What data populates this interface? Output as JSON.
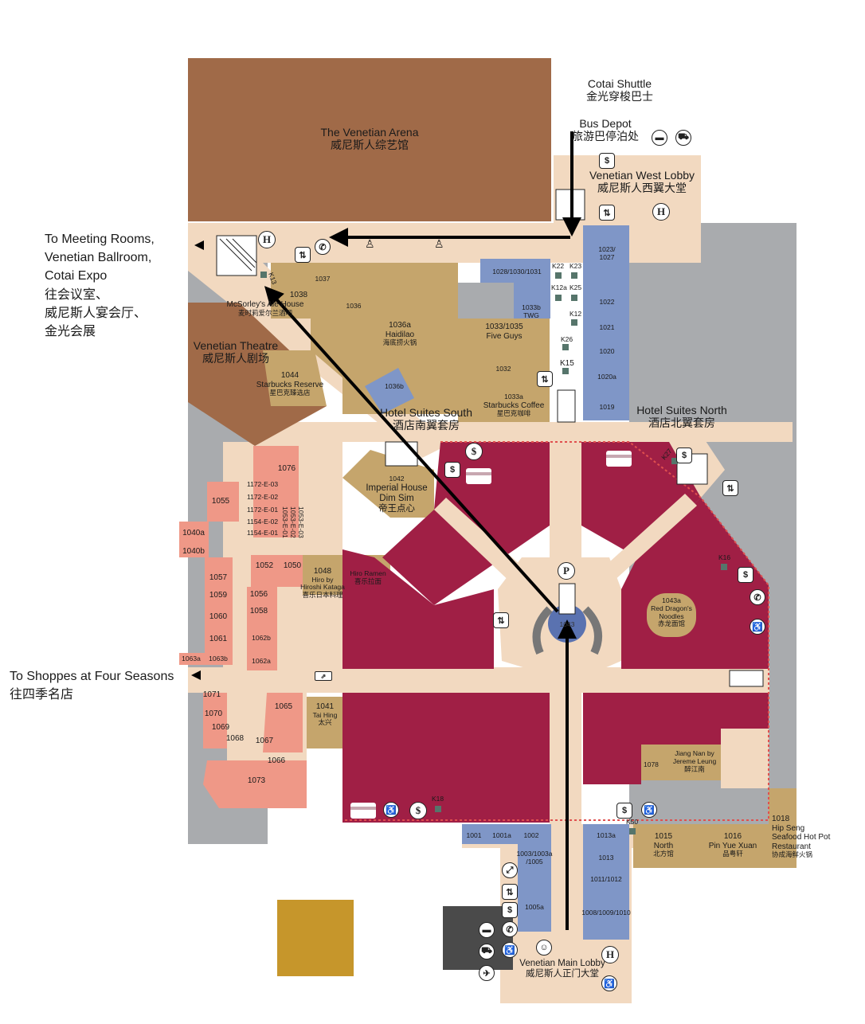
{
  "side_labels": {
    "meeting_en_1": "To Meeting Rooms,",
    "meeting_en_2": "Venetian Ballroom,",
    "meeting_en_3": "Cotai Expo",
    "meeting_zh_1": "往会议室、",
    "meeting_zh_2": "威尼斯人宴会厅、",
    "meeting_zh_3": "金光会展",
    "shoppes_en": "To Shoppes at Four Seasons",
    "shoppes_zh": "往四季名店"
  },
  "areas": {
    "arena_en": "The Venetian Arena",
    "arena_zh": "威尼斯人综艺馆",
    "shuttle_en": "Cotai Shuttle",
    "shuttle_zh": "金光穿梭巴士",
    "bus_en": "Bus Depot",
    "bus_zh": "旅游巴停泊处",
    "west_lobby_en": "Venetian West Lobby",
    "west_lobby_zh": "威尼斯人西翼大堂",
    "theatre_en": "Venetian Theatre",
    "theatre_zh": "威尼斯人剧场",
    "suites_south_en": "Hotel Suites South",
    "suites_south_zh": "酒店南翼套房",
    "suites_north_en": "Hotel Suites North",
    "suites_north_zh": "酒店北翼套房",
    "main_lobby_en": "Venetian Main Lobby",
    "main_lobby_zh": "威尼斯人正门大堂"
  },
  "shops": {
    "s1037": "1037",
    "s1038": "1038",
    "mcsorley_en": "McSorley's Ale House",
    "mcsorley_zh": "麦时莉爱尔兰酒吧",
    "s1036": "1036",
    "s1036a": "1036a",
    "haidilao_en": "Haidilao",
    "haidilao_zh": "海底捞火锅",
    "s1036b": "1036b",
    "s1044": "1044",
    "starbucks_res_en": "Starbucks Reserve",
    "starbucks_res_zh": "星巴克臻选店",
    "s1028": "1028/1030/1031",
    "s1033b": "1033b",
    "twg": "TWG",
    "s1033": "1033/1035",
    "five_guys": "Five Guys",
    "s1032": "1032",
    "s1033a": "1033a",
    "starbucks_en": "Starbucks Coffee",
    "starbucks_zh": "星巴克咖啡",
    "s1023": "1023/",
    "s1023b": "1027",
    "s1022": "1022",
    "s1021": "1021",
    "s1020": "1020",
    "s1020a": "1020a",
    "s1019": "1019",
    "s1042": "1042",
    "imperial_en": "Imperial House",
    "imperial_en2": "Dim Sim",
    "imperial_zh": "帝王点心",
    "s1076": "1076",
    "s1172e03": "1172-E-03",
    "s1172e02": "1172-E-02",
    "s1172e01": "1172-E-01",
    "s1154e02": "1154-E-02",
    "s1154e01": "1154-E-01",
    "s1053e01": "1053-E-01",
    "s1053e02": "1053-E-02",
    "s1053e03": "1053-E-03",
    "s1055": "1055",
    "s1040a": "1040a",
    "s1040b": "1040b",
    "s1052": "1052",
    "s1050": "1050",
    "s1048": "1048",
    "hiro_en": "Hiro by",
    "hiro_en2": "Hiroshi Kataga",
    "hiro_zh": "喜乐日本料理",
    "ramen_en": "Hiro Ramen",
    "ramen_zh": "喜乐拉面",
    "s1057": "1057",
    "s1059": "1059",
    "s1060": "1060",
    "s1061": "1061",
    "s1063a": "1063a",
    "s1063b": "1063b",
    "s1056": "1056",
    "s1058": "1058",
    "s1062b": "1062b",
    "s1062a": "1062a",
    "s1043": "1043",
    "s1043a": "1043a",
    "red_dragon_en": "Red Dragon's",
    "red_dragon_en2": "Noodles",
    "red_dragon_zh": "赤龙面馆",
    "s1071": "1071",
    "s1070": "1070",
    "s1069": "1069",
    "s1068": "1068",
    "s1067": "1067",
    "s1066": "1066",
    "s1065": "1065",
    "s1073": "1073",
    "s1041": "1041",
    "tai_hing_en": "Tai Hing",
    "tai_hing_zh": "太兴",
    "jiang_en": "Jiang Nan by",
    "jiang_en2": "Jereme Leung",
    "jiang_zh": "醉江南",
    "s1078": "1078",
    "s1018": "1018",
    "hip_seng_1": "Hip Seng",
    "hip_seng_2": "Seafood Hot Pot",
    "hip_seng_3": "Restaurant",
    "hip_seng_zh": "协成海鲜火锅",
    "s1015": "1015",
    "north_en": "North",
    "north_zh": "北方馆",
    "s1016": "1016",
    "pin_en": "Pin Yue Xuan",
    "pin_zh": "品粤轩",
    "s1001": "1001",
    "s1001a": "1001a",
    "s1002": "1002",
    "s1003": "1003/1003a",
    "s1003b": "/1005",
    "s1005a": "1005a",
    "s1013a": "1013a",
    "s1013": "1013",
    "s1011": "1011/1012",
    "s1008": "1008/1009/1010"
  },
  "kiosks": {
    "k13": "K13",
    "k22": "K22",
    "k23": "K23",
    "k12a": "K12a",
    "k25": "K25",
    "k12": "K12",
    "k26": "K26",
    "k15": "K15",
    "k27": "K27",
    "k16": "K16",
    "k18": "K18",
    "k50": "K50"
  },
  "symbols": {
    "hotel": "H",
    "parking": "P",
    "cashier": "$"
  },
  "colors": {
    "arena": "#a06a48",
    "theatre": "#a06a48",
    "corridor": "#f2d9c0",
    "restaurant": "#c5a56c",
    "shop_blue": "#7f96c7",
    "casino": "#a01f45",
    "retail_salmon": "#ef9887",
    "back_of_house": "#a9abae",
    "gold_block": "#c6962b",
    "grey_block": "#4a4a4a"
  }
}
